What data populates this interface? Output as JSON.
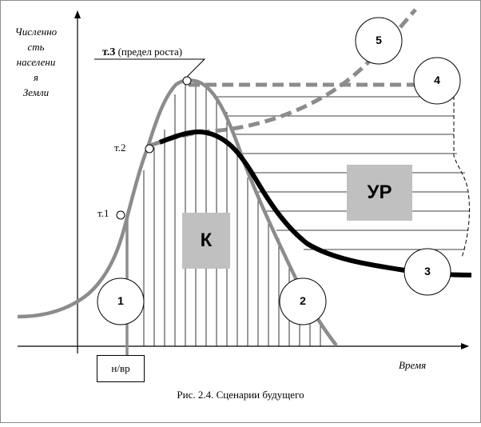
{
  "y_axis_label": [
    "Численно",
    "сть",
    "населени",
    "я",
    "Земли"
  ],
  "x_axis_label": "Время",
  "caption": "Рис. 2.4. Сценарии будущего",
  "points": {
    "t1": "т.1",
    "t2": "т.2",
    "t3_bold": "т.3",
    "t3_rest": "(предел роста)"
  },
  "region_k": "К",
  "region_ur": "УР",
  "marker_nvr": "н/вр",
  "scenarios": [
    "1",
    "2",
    "3",
    "4",
    "5"
  ],
  "colors": {
    "gray_curve": "#8c8c8c",
    "black_curve": "#000000",
    "box_fill": "#c0c0c0"
  }
}
